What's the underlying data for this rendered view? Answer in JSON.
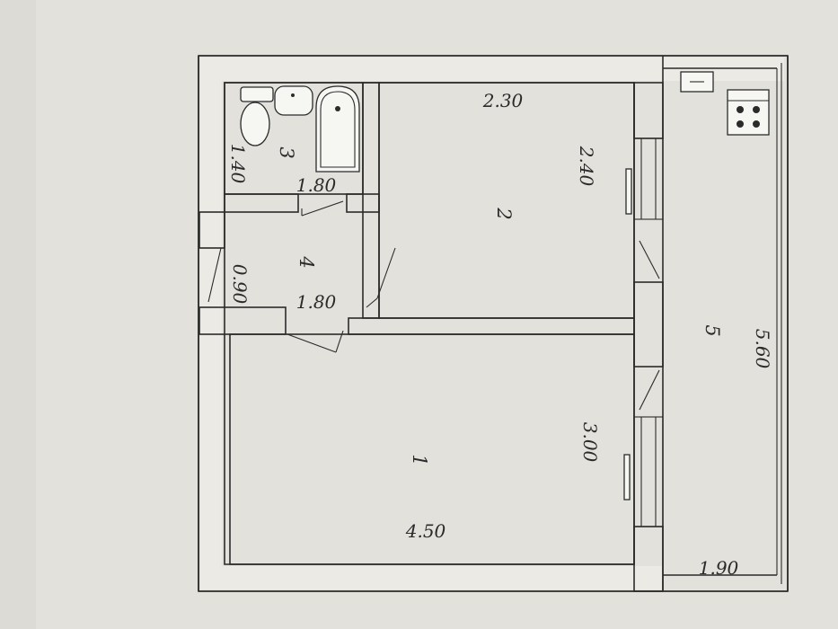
{
  "room_numbers": [
    "1",
    "2",
    "3",
    "4",
    "5"
  ],
  "dimensions": {
    "room1_length": "4.50",
    "room1_width": "3.00",
    "room2_length": "2.30",
    "room2_width": "2.40",
    "bath_length": "1.80",
    "bath_width": "1.40",
    "hall_length": "1.80",
    "hall_width": "0.90",
    "balcony_length": "5.60",
    "balcony_width": "1.90"
  },
  "icons": [
    "toilet-icon",
    "sink-icon",
    "bathtub-icon",
    "kitchen-sink-icon",
    "gas-stove-icon",
    "window-icon",
    "door-icon"
  ]
}
